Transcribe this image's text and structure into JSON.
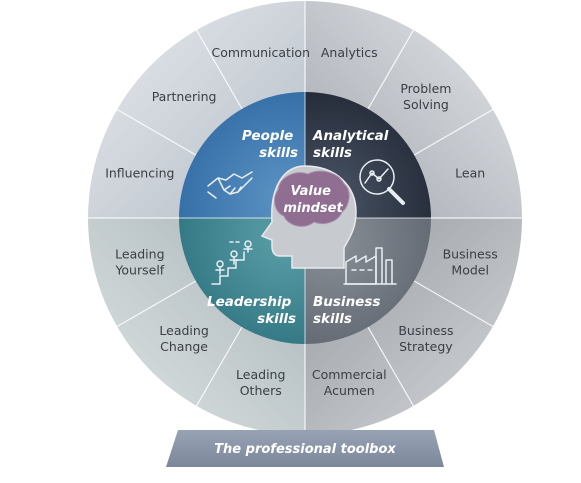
{
  "diagram": {
    "center": {
      "line1": "Value",
      "line2": "mindset"
    },
    "base": {
      "label": "The professional toolbox"
    },
    "quadrants": [
      {
        "id": "people",
        "line1": "People",
        "line2": "skills",
        "icon": "handshake-icon",
        "color": "#3a78b0"
      },
      {
        "id": "analytical",
        "line1": "Analytical",
        "line2": "skills",
        "icon": "magnifier-chart-icon",
        "color": "#2a3140"
      },
      {
        "id": "leadership",
        "line1": "Leadership",
        "line2": "skills",
        "icon": "team-climbing-icon",
        "color": "#3f8a95"
      },
      {
        "id": "business",
        "line1": "Business",
        "line2": "skills",
        "icon": "factory-icon",
        "color": "#6e7680"
      }
    ],
    "segments": [
      {
        "lines": [
          "Analytics"
        ]
      },
      {
        "lines": [
          "Problem",
          "Solving"
        ]
      },
      {
        "lines": [
          "Lean"
        ]
      },
      {
        "lines": [
          "Business",
          "Model"
        ]
      },
      {
        "lines": [
          "Business",
          "Strategy"
        ]
      },
      {
        "lines": [
          "Commercial",
          "Acumen"
        ]
      },
      {
        "lines": [
          "Leading",
          "Others"
        ]
      },
      {
        "lines": [
          "Leading",
          "Change"
        ]
      },
      {
        "lines": [
          "Leading",
          "Yourself"
        ]
      },
      {
        "lines": [
          "Influencing"
        ]
      },
      {
        "lines": [
          "Partnering"
        ]
      },
      {
        "lines": [
          "Communication"
        ]
      }
    ]
  }
}
